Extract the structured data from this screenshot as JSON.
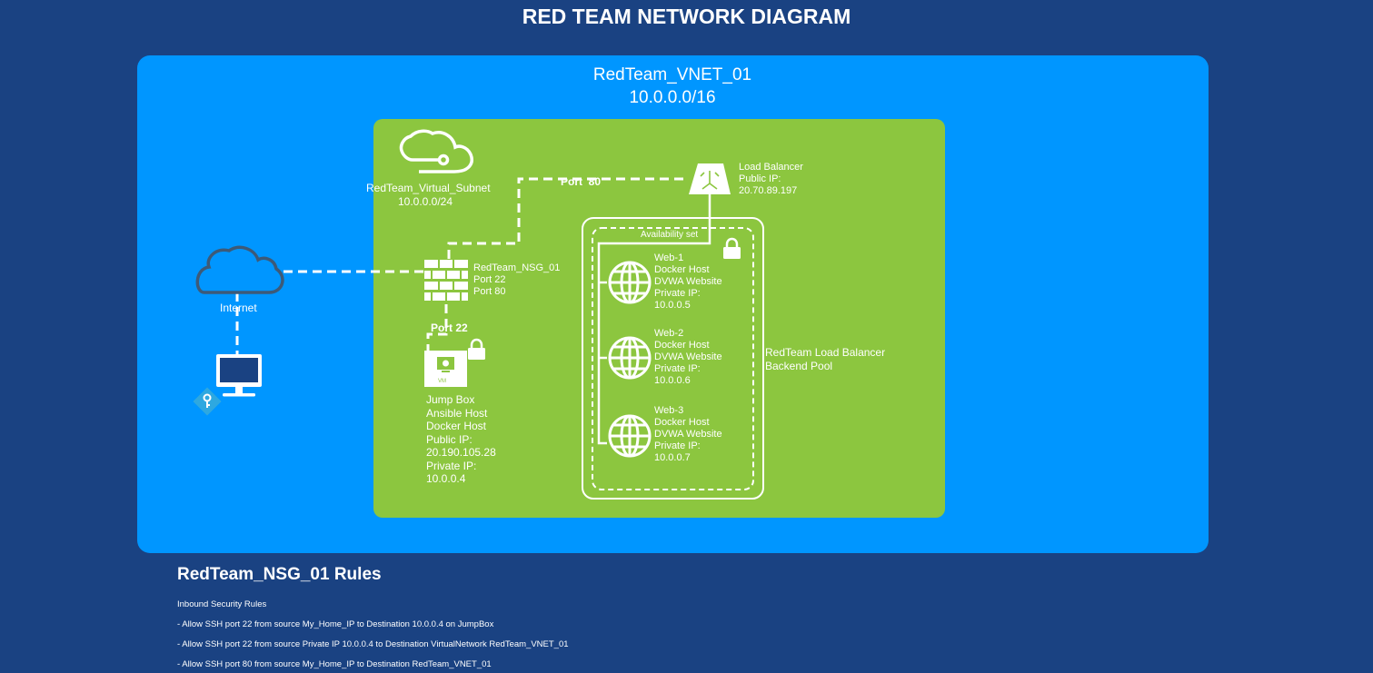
{
  "title": "RED TEAM NETWORK DIAGRAM",
  "vnet": {
    "name": "RedTeam_VNET_01",
    "cidr": "10.0.0.0/16"
  },
  "subnet": {
    "name": "RedTeam_Virtual_Subnet",
    "cidr": "10.0.0.0/24"
  },
  "internet": {
    "label": "Internet"
  },
  "nsg": {
    "name": "RedTeam_NSG_01",
    "ports": [
      "Port 22",
      "Port 80"
    ]
  },
  "connections": {
    "port80": "Port  80",
    "port22": "Port 22"
  },
  "load_balancer": {
    "lines": [
      "Load Balancer",
      "Public IP:",
      "20.70.89.197"
    ]
  },
  "availability_set": {
    "label": "Availability set"
  },
  "jumpbox": {
    "vm_label": "VM",
    "lines": [
      "Jump Box",
      "Ansible Host",
      "Docker Host",
      "Public IP:",
      "20.190.105.28",
      "Private IP:",
      "10.0.0.4"
    ]
  },
  "web_servers": [
    {
      "lines": [
        "Web-1",
        "Docker Host",
        "DVWA Website",
        "Private IP:",
        "10.0.0.5"
      ]
    },
    {
      "lines": [
        "Web-2",
        "Docker Host",
        "DVWA Website",
        "Private IP:",
        "10.0.0.6"
      ]
    },
    {
      "lines": [
        "Web-3",
        "Docker Host",
        "DVWA Website",
        "Private IP:",
        "10.0.0.7"
      ]
    }
  ],
  "backend_pool": {
    "lines": [
      "RedTeam Load Balancer",
      "Backend Pool"
    ]
  },
  "rules": {
    "heading": "RedTeam_NSG_01 Rules",
    "subheading": "Inbound Security Rules",
    "items": [
      "- Allow SSH port 22 from source My_Home_IP to Destination 10.0.0.4 on JumpBox",
      "- Allow SSH port 22 from source Private IP 10.0.0.4 to Destination VirtualNetwork RedTeam_VNET_01",
      "- Allow SSH port 80 from source My_Home_IP to Destination RedTeam_VNET_01"
    ]
  },
  "colors": {
    "background": "#1a4282",
    "vnet": "#0096ff",
    "subnet": "#8cc63f",
    "cloud_stroke": "#3d5a78",
    "pc": "#ffffff",
    "key_badge": "#2ea8e0"
  }
}
